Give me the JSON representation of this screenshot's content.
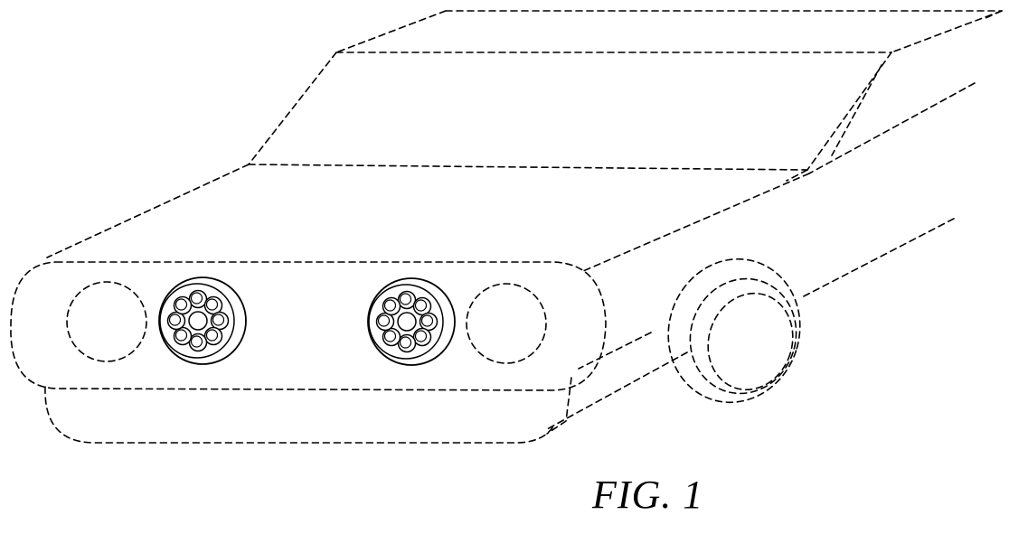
{
  "figure": {
    "caption": "FIG. 1",
    "subject": "vehicle-front-light-assembly",
    "line_style": "dashed",
    "line_color": "#000000",
    "background": "#ffffff"
  },
  "light_modules": {
    "count": 2,
    "leds_per_module": 8
  }
}
